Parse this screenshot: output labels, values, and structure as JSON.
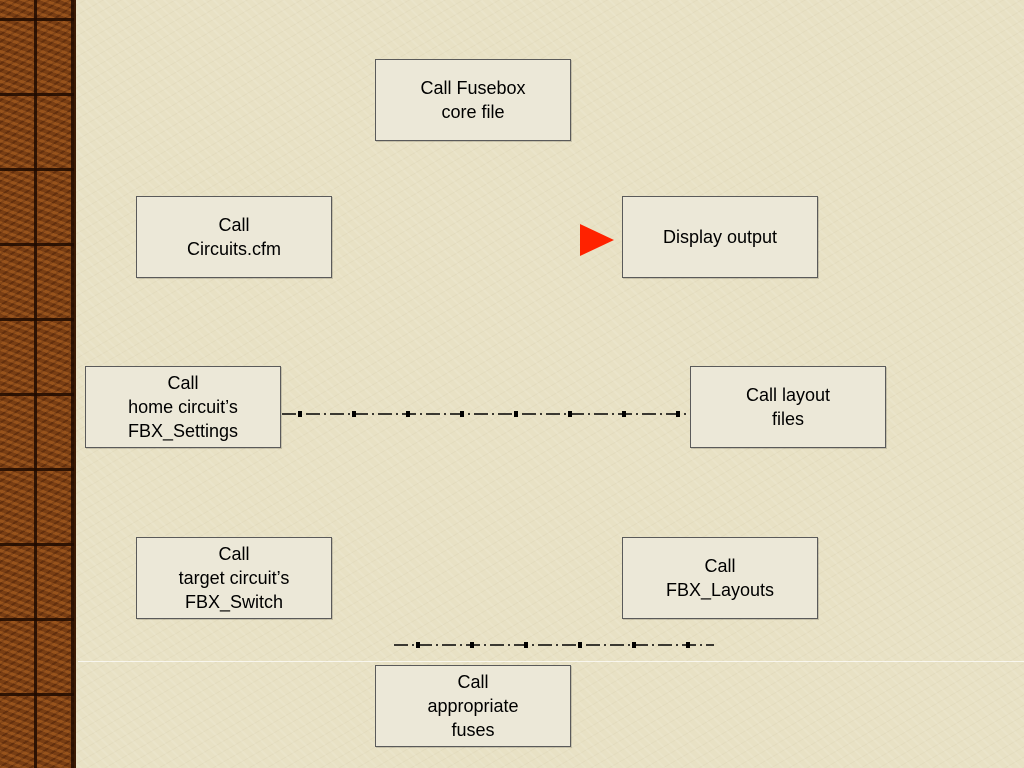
{
  "diagram": {
    "boxes": {
      "call_fusebox": "Call Fusebox\ncore file",
      "call_circuits": "Call\nCircuits.cfm",
      "display_output": "Display output",
      "call_home_settings": "Call\nhome circuit’s\nFBX_Settings",
      "call_layout_files": "Call layout\nfiles",
      "call_target_switch": "Call\ntarget circuit’s\nFBX_Switch",
      "call_fbx_layouts": "Call\nFBX_Layouts",
      "call_fuses": "Call\nappropriate\nfuses"
    },
    "arrow_color": "#ff2200",
    "box_fill": "#ece8d8",
    "connector_color": "#000000"
  }
}
